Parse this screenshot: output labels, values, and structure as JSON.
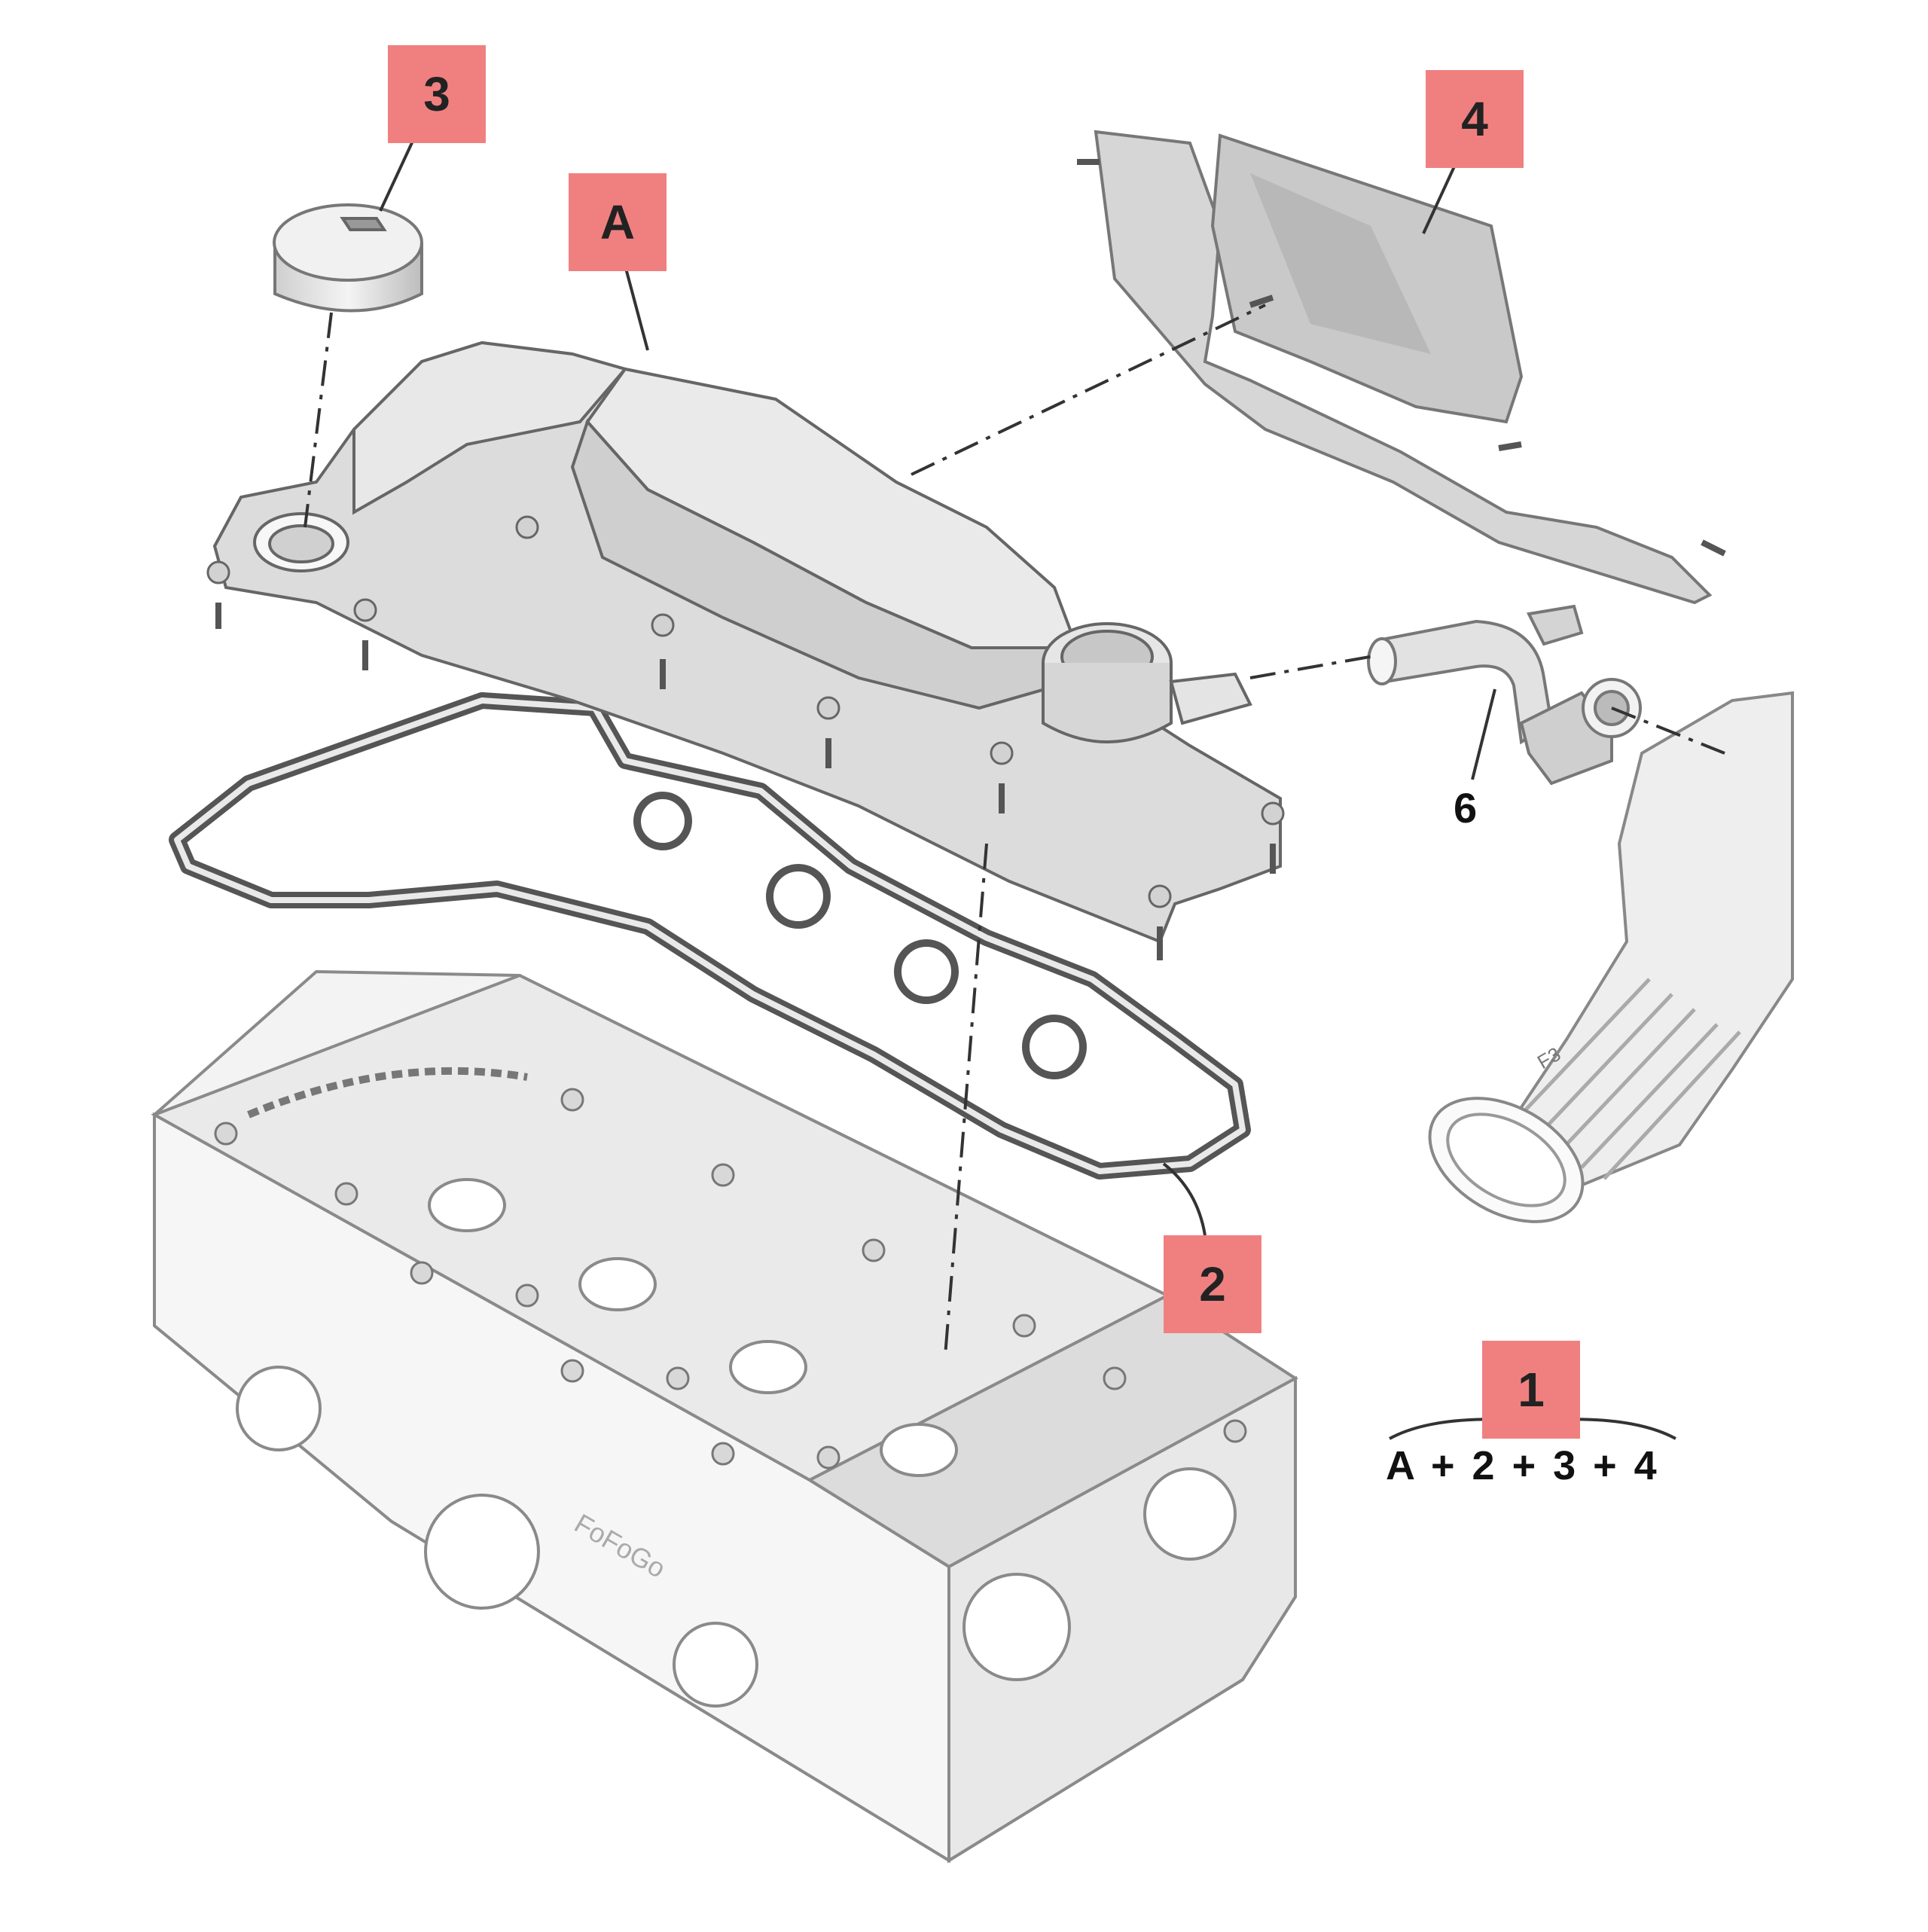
{
  "callouts": {
    "cap": "3",
    "cover": "A",
    "shield": "4",
    "hose": "6",
    "gasket": "2",
    "kit": "1"
  },
  "kit_formula": "A + 2 + 3 + 4",
  "part_markings": {
    "duct_marking": "F3",
    "head_marking": "FoFoGo"
  },
  "colors": {
    "callout_fill": "#f08080",
    "line": "#333333",
    "part_fill": "#e4e4e4",
    "part_stroke": "#555555"
  }
}
